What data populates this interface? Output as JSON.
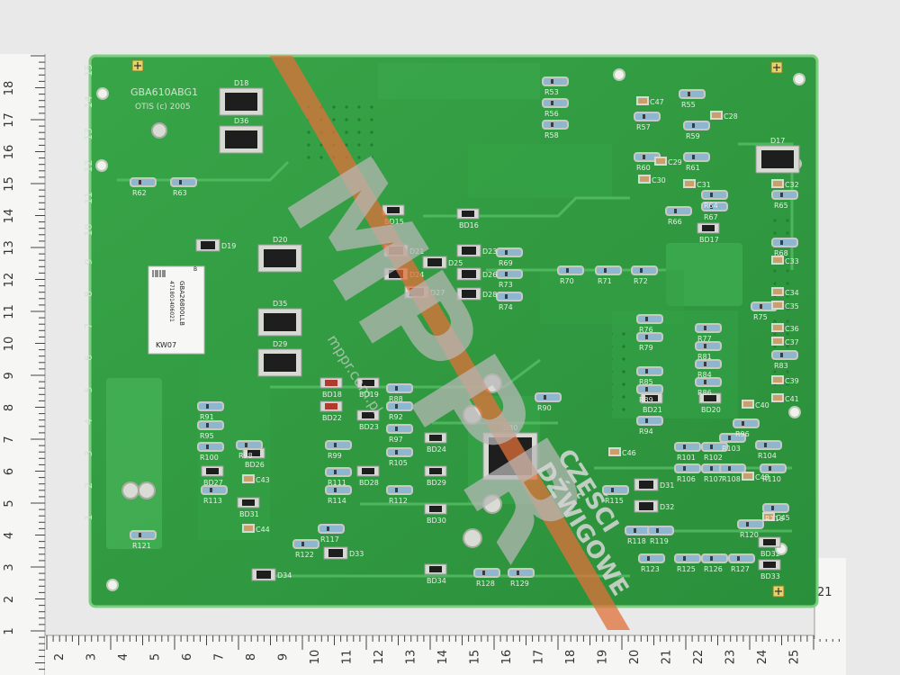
{
  "board": {
    "part_number": "GBA610ABG1",
    "copyright": "OTIS (c) 2005",
    "sticker_code": "GBA26800LLB",
    "sticker_serial": "471801406021",
    "sticker_mark": "KW07",
    "sticker_flag": "B",
    "colors": {
      "pcb": "#2e9a3f",
      "trace": "#3fb052",
      "pad": "#c7c9c0",
      "ruler": "#f4f4f2"
    }
  },
  "components": {
    "diodes": [
      "D17",
      "D18",
      "D19",
      "D20",
      "D21",
      "D23",
      "D24",
      "D25",
      "D26",
      "D27",
      "D28",
      "D29",
      "D30",
      "D31",
      "D32",
      "D33",
      "D34",
      "D35",
      "D36"
    ],
    "bridge_diodes": [
      "BD15",
      "BD16",
      "BD17",
      "BD18",
      "BD19",
      "BD20",
      "BD21",
      "BD22",
      "BD23",
      "BD24",
      "BD26",
      "BD27",
      "BD28",
      "BD29",
      "BD30",
      "BD31",
      "BD32",
      "BD33",
      "BD34"
    ],
    "resistors": [
      "R53",
      "R55",
      "R56",
      "R57",
      "R58",
      "R59",
      "R60",
      "R61",
      "R62",
      "R63",
      "R64",
      "R65",
      "R66",
      "R67",
      "R68",
      "R69",
      "R70",
      "R71",
      "R72",
      "R73",
      "R74",
      "R75",
      "R76",
      "R77",
      "R79",
      "R81",
      "R83",
      "R84",
      "R85",
      "R86",
      "R88",
      "R89",
      "R90",
      "R91",
      "R92",
      "R94",
      "R95",
      "R96",
      "R97",
      "R98",
      "R99",
      "R100",
      "R101",
      "R102",
      "R103",
      "R104",
      "R105",
      "R106",
      "R107",
      "R108",
      "R110",
      "R111",
      "R112",
      "R113",
      "R114",
      "R115",
      "R116",
      "R117",
      "R118",
      "R119",
      "R120",
      "R121",
      "R122",
      "R123",
      "R125",
      "R126",
      "R127",
      "R128",
      "R129"
    ],
    "capacitors": [
      "C28",
      "C29",
      "C30",
      "C31",
      "C32",
      "C33",
      "C34",
      "C35",
      "C36",
      "C37",
      "C39",
      "C40",
      "C41",
      "C43",
      "C44",
      "C45",
      "C46",
      "C47",
      "C48"
    ]
  },
  "watermark": {
    "logo": "MPPR",
    "site": "mppr.com.pl",
    "tagline_1": "CZĘŚCI",
    "tagline_2": "DŹWIGOWE"
  },
  "rulers": {
    "vertical": [
      "18",
      "17",
      "16",
      "15",
      "14",
      "13",
      "12",
      "11",
      "10",
      "9",
      "8",
      "7",
      "6",
      "5",
      "4",
      "3",
      "2",
      "1"
    ],
    "vertical_board": [
      "15",
      "14",
      "13",
      "12",
      "11",
      "10",
      "9",
      "8",
      "7",
      "6",
      "5",
      "4",
      "3",
      "2",
      "1"
    ],
    "horizontal": [
      "2",
      "3",
      "4",
      "5",
      "6",
      "7",
      "8",
      "9",
      "10",
      "11",
      "12",
      "13",
      "14",
      "15",
      "16",
      "17",
      "18",
      "19",
      "20",
      "21",
      "22",
      "23",
      "24",
      "25"
    ],
    "right_edge": [
      "21"
    ]
  }
}
